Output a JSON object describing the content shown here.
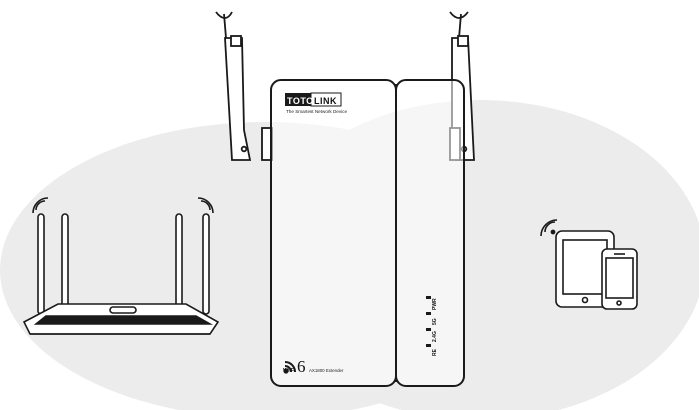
{
  "brand": {
    "logo_part1": "TOTO",
    "logo_part2": "LINK",
    "tagline": "The Smartest Network Device"
  },
  "extender": {
    "wifi_word": "Wi-Fi",
    "wifi_generation": "6",
    "model": "AX1800 Extender",
    "led_labels": [
      "PWR",
      "5G",
      "2.4G",
      "RE"
    ]
  },
  "devices": {
    "router": "router-icon",
    "tablet": "tablet-icon",
    "phone": "smartphone-icon"
  },
  "colors": {
    "coverage": "#ececec",
    "outline": "#1a1a1a",
    "background": "#ffffff"
  }
}
